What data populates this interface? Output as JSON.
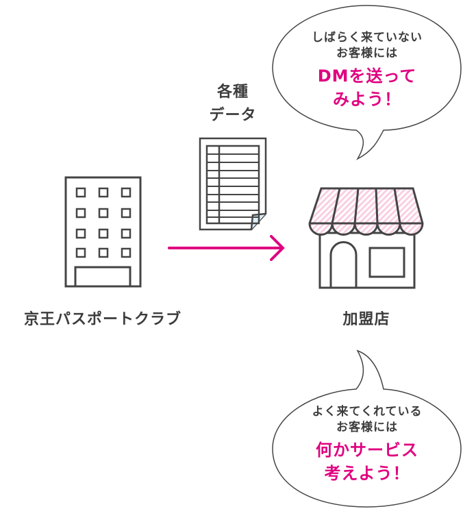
{
  "colors": {
    "accent": "#e0007f",
    "stroke": "#444444",
    "awning": "#f9cfe3"
  },
  "labels": {
    "source": "京王パスポートクラブ",
    "store": "加盟店",
    "data_line1": "各種",
    "data_line2": "データ"
  },
  "bubble_top": {
    "line1": "しばらく来ていない",
    "line2": "お客様には",
    "line3": "DMを送って",
    "line4": "みよう！"
  },
  "bubble_bottom": {
    "line1": "よく来てくれている",
    "line2": "お客様には",
    "line3": "何かサービス",
    "line4": "考えよう！"
  }
}
